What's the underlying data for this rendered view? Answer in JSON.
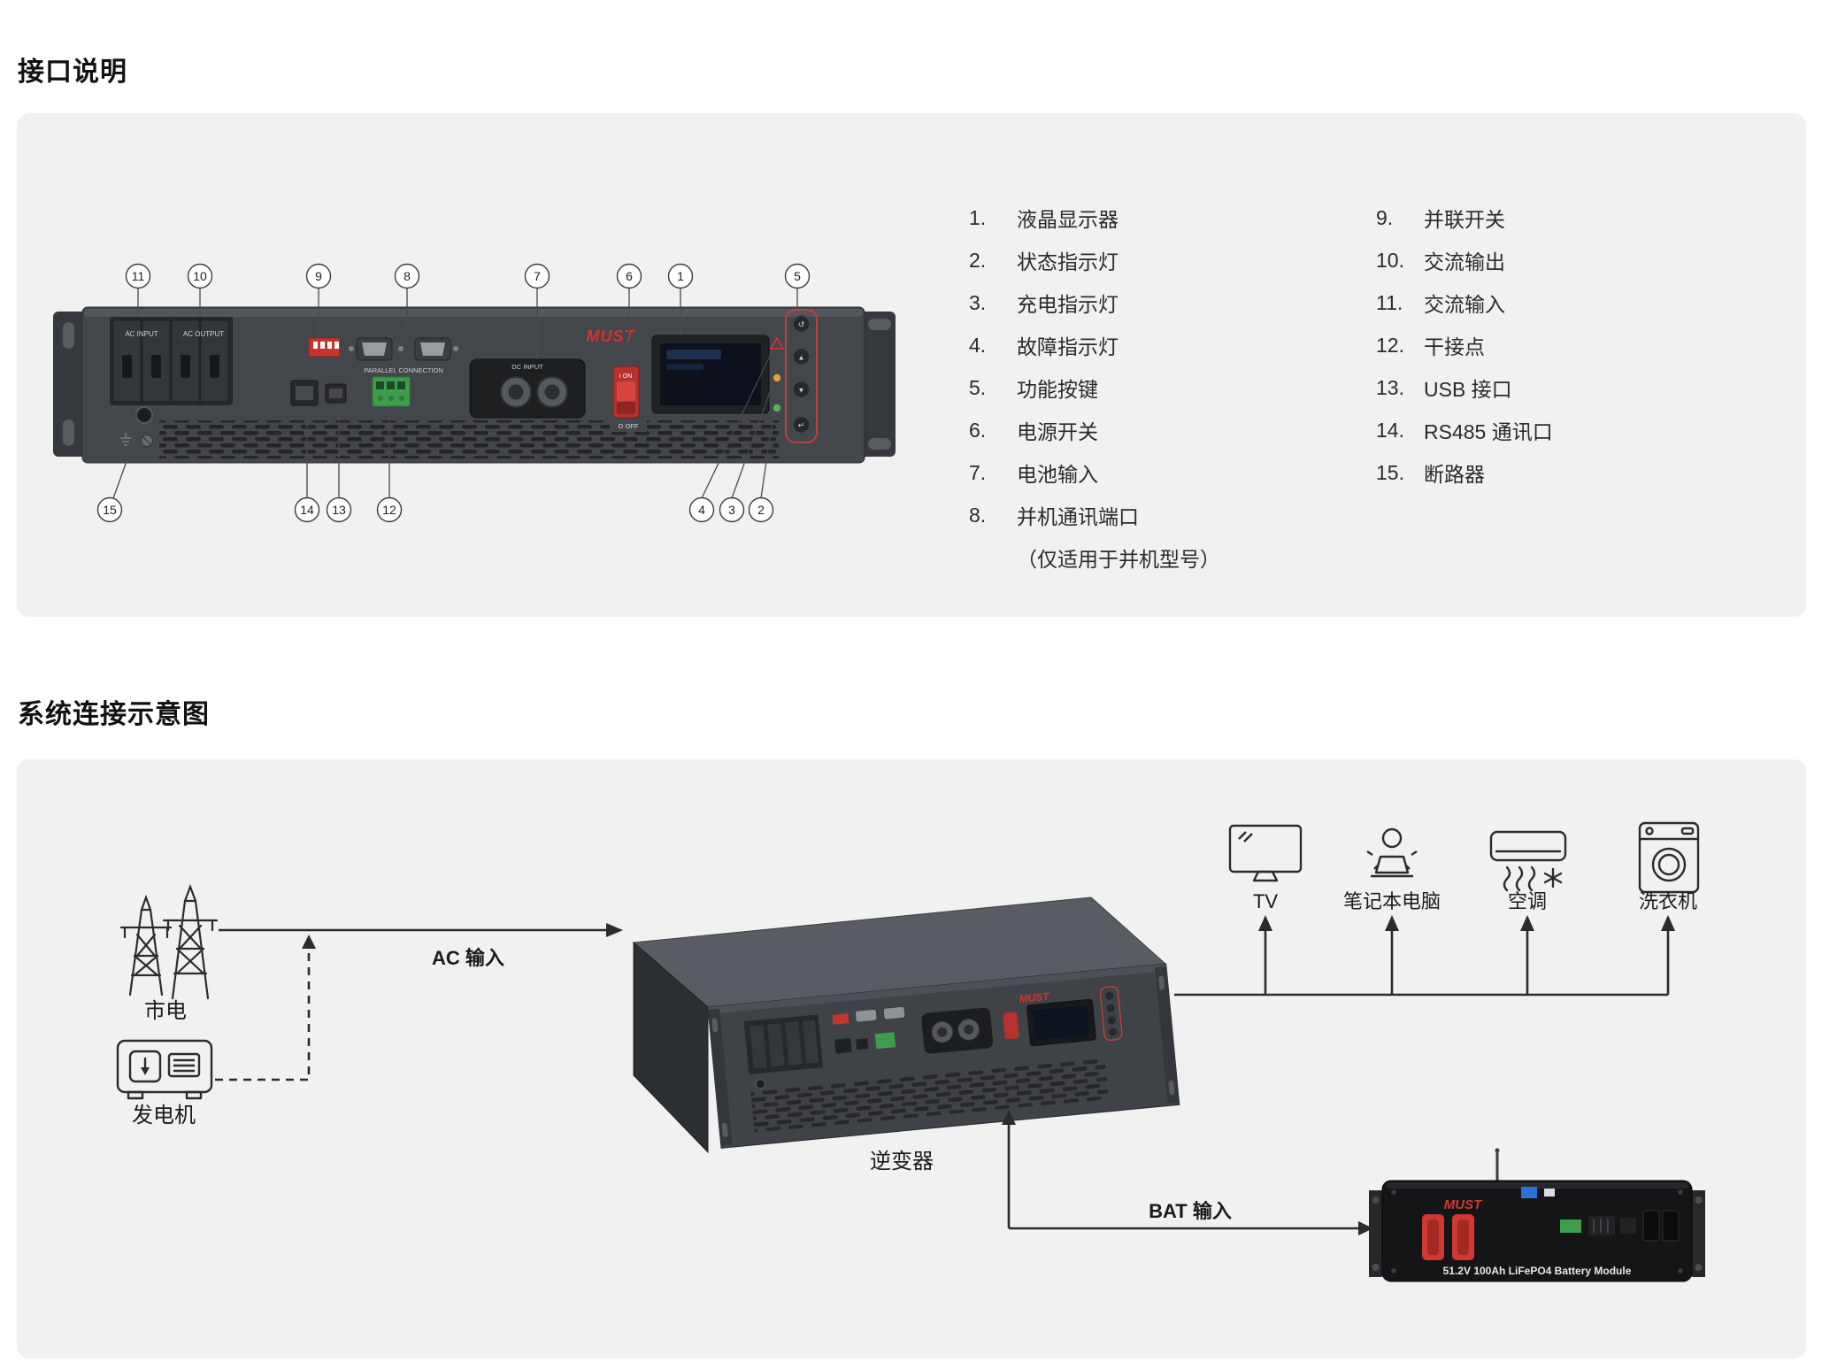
{
  "page": {
    "section1_title": "接口说明",
    "section2_title": "系统连接示意图"
  },
  "legend": {
    "left": [
      {
        "num": "1.",
        "label": "液晶显示器"
      },
      {
        "num": "2.",
        "label": "状态指示灯"
      },
      {
        "num": "3.",
        "label": "充电指示灯"
      },
      {
        "num": "4.",
        "label": "故障指示灯"
      },
      {
        "num": "5.",
        "label": "功能按键"
      },
      {
        "num": "6.",
        "label": "电源开关"
      },
      {
        "num": "7.",
        "label": "电池输入"
      },
      {
        "num": "8.",
        "label": "并机通讯端口",
        "note": "（仅适用于并机型号）"
      }
    ],
    "right": [
      {
        "num": "9.",
        "label": "并联开关"
      },
      {
        "num": "10.",
        "label": "交流输出"
      },
      {
        "num": "11.",
        "label": "交流输入"
      },
      {
        "num": "12.",
        "label": "干接点"
      },
      {
        "num": "13.",
        "label": "USB 接口"
      },
      {
        "num": "14.",
        "label": "RS485 通讯口"
      },
      {
        "num": "15.",
        "label": "断路器"
      }
    ]
  },
  "device": {
    "brand": "MUST",
    "labels": {
      "ac_input": "AC INPUT",
      "ac_output": "AC OUTPUT",
      "parallel": "PARALLEL CONNECTION",
      "dc_input": "DC INPUT",
      "on": "I ON",
      "off": "O OFF"
    },
    "button_glyphs": [
      "↺",
      "▲",
      "▼",
      "↵"
    ],
    "callouts_top": [
      "11",
      "10",
      "9",
      "8",
      "7",
      "6",
      "1",
      "5"
    ],
    "callouts_bottom": [
      "15",
      "14",
      "13",
      "12",
      "4",
      "3",
      "2"
    ]
  },
  "diagram": {
    "grid_label": "市电",
    "generator_label": "发电机",
    "ac_input_label": "AC 输入",
    "inverter_label": "逆变器",
    "bat_input_label": "BAT 输入",
    "appliances": [
      "TV",
      "笔记本电脑",
      "空调",
      "洗衣机"
    ],
    "battery": {
      "brand": "MUST",
      "model_label": "51.2V 100Ah LiFePO4 Battery Module"
    },
    "colors": {
      "accent_red": "#cf3a31",
      "line": "#2b2b2b"
    }
  }
}
